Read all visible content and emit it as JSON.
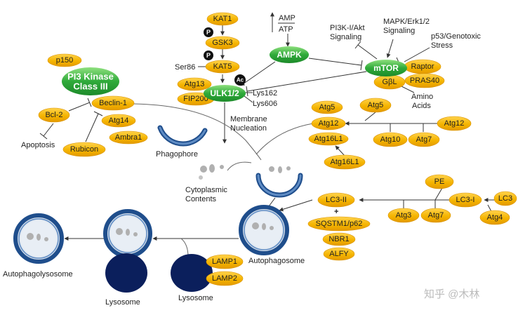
{
  "colors": {
    "orange_node": "#f5b400",
    "orange_node_edge": "#d99200",
    "green_node": "#27a636",
    "green_node_light": "#7fd36f",
    "vesicle_blue": "#1f4e8c",
    "lysosome_navy": "#0b1f5c",
    "cargo_gray": "#b0b0b0"
  },
  "nodes": {
    "kat1": "KAT1",
    "gsk3": "GSK3",
    "kat5": "KAT5",
    "ser86": "Ser86",
    "p_badge": "P",
    "ac_badge": "Ac",
    "atg13": "Atg13",
    "fip200": "FIP200",
    "ulk12": "ULK1/2",
    "lys162": "Lys162",
    "lys606": "Lys606",
    "amp": "AMP",
    "atp": "ATP",
    "ampk": "AMPK",
    "pi3k_akt": [
      "PI3K-I/Akt",
      "Signaling"
    ],
    "mapk_erk": [
      "MAPK/Erk1/2",
      "Signaling"
    ],
    "p53": [
      "p53/Genotoxic",
      "Stress"
    ],
    "mtor": "mTOR",
    "raptor": "Raptor",
    "pras40": "PRAS40",
    "gbl": "GβL",
    "amino_acids": [
      "Amino",
      "Acids"
    ],
    "p150": "p150",
    "pi3k_class3": [
      "PI3 Kinase",
      "Class III"
    ],
    "beclin1": "Beclin-1",
    "bcl2": "Bcl-2",
    "atg14": "Atg14",
    "ambra1": "Ambra1",
    "rubicon": "Rubicon",
    "apoptosis": "Apoptosis",
    "membrane_nucleation": [
      "Membrane",
      "Nucleation"
    ],
    "phagophore": "Phagophore",
    "cytoplasmic_contents": [
      "Cytoplasmic",
      "Contents"
    ],
    "atg5_a": "Atg5",
    "atg5_b": "Atg5",
    "atg12_a": "Atg12",
    "atg12_b": "Atg12",
    "atg16l1_a": "Atg16L1",
    "atg16l1_b": "Atg16L1",
    "atg10": "Atg10",
    "atg7_a": "Atg7",
    "pe": "PE",
    "lc3_i": "LC3-I",
    "lc3": "LC3",
    "lc3_ii": "LC3-II",
    "plus": "+",
    "atg3": "Atg3",
    "atg7_b": "Atg7",
    "atg4": "Atg4",
    "sqstm1": "SQSTM1/p62",
    "nbr1": "NBR1",
    "alfy": "ALFY",
    "autophagosome": "Autophagosome",
    "lamp1": "LAMP1",
    "lamp2": "LAMP2",
    "lysosome_a": "Lysosome",
    "lysosome_b": "Lysosome",
    "autophagolysosome": "Autophagolysosome"
  },
  "watermark": "知乎 @木林"
}
